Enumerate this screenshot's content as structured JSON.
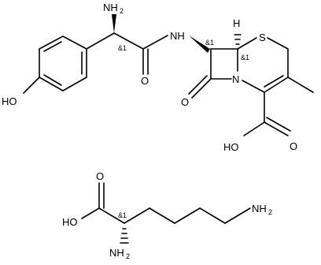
{
  "molecule1": {
    "labels": {
      "nh2_top": "NH",
      "nh2_top_sub": "2",
      "nh": "NH",
      "s": "S",
      "n": "N",
      "o_amide": "O",
      "o_lactam": "O",
      "oh_phenol": "HO",
      "oh_acid": "HO",
      "o_acid": "O"
    },
    "stereo": {
      "c_alpha": "&1",
      "c7": "&1",
      "c6": "&1",
      "h6": "H"
    }
  },
  "molecule2": {
    "labels": {
      "o_top": "O",
      "ho": "HO",
      "nh2_chain": "NH",
      "nh2_chain_sub": "2",
      "nh2_alpha": "NH",
      "nh2_alpha_sub": "2"
    },
    "stereo": {
      "c_alpha": "&1"
    }
  }
}
